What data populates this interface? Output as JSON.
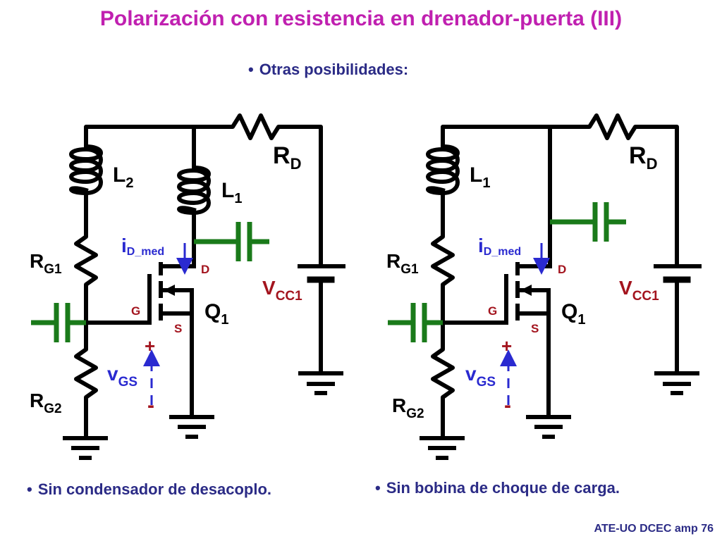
{
  "title": "Polarización con resistencia en drenador-puerta (III)",
  "subtitle": "Otras posibilidades:",
  "bullets": {
    "left": "Sin condensador de desacoplo.",
    "right": "Sin bobina de choque de carga."
  },
  "footer": "ATE-UO DCEC amp 76",
  "bullet_glyph": "•",
  "circuits": {
    "left": {
      "rd": {
        "main": "R",
        "sub": "D"
      },
      "l_left": {
        "main": "L",
        "sub": "2"
      },
      "l_right": {
        "main": "L",
        "sub": "1"
      },
      "rg1": {
        "main": "R",
        "sub": "G1"
      },
      "rg2": {
        "main": "R",
        "sub": "G2"
      },
      "vcc": {
        "main": "V",
        "sub": "CC1"
      },
      "q": {
        "main": "Q",
        "sub": "1"
      },
      "id": {
        "main": "i",
        "sub": "D_med"
      },
      "vgs": {
        "main": "v",
        "sub": "GS"
      },
      "d": "D",
      "g": "G",
      "s": "S",
      "plus": "+",
      "minus": "-"
    },
    "right": {
      "rd": {
        "main": "R",
        "sub": "D"
      },
      "l_left": {
        "main": "L",
        "sub": "1"
      },
      "rg1": {
        "main": "R",
        "sub": "G1"
      },
      "rg2": {
        "main": "R",
        "sub": "G2"
      },
      "vcc": {
        "main": "V",
        "sub": "CC1"
      },
      "q": {
        "main": "Q",
        "sub": "1"
      },
      "id": {
        "main": "i",
        "sub": "D_med"
      },
      "vgs": {
        "main": "v",
        "sub": "GS"
      },
      "d": "D",
      "g": "G",
      "s": "S",
      "plus": "+",
      "minus": "-"
    }
  },
  "colors": {
    "title": "#c020b0",
    "text": "#2b2b86",
    "wire": "#000000",
    "capacitor": "#1a7a1a",
    "terminal_label": "#a3141e",
    "annotation": "#2a2ad0"
  }
}
